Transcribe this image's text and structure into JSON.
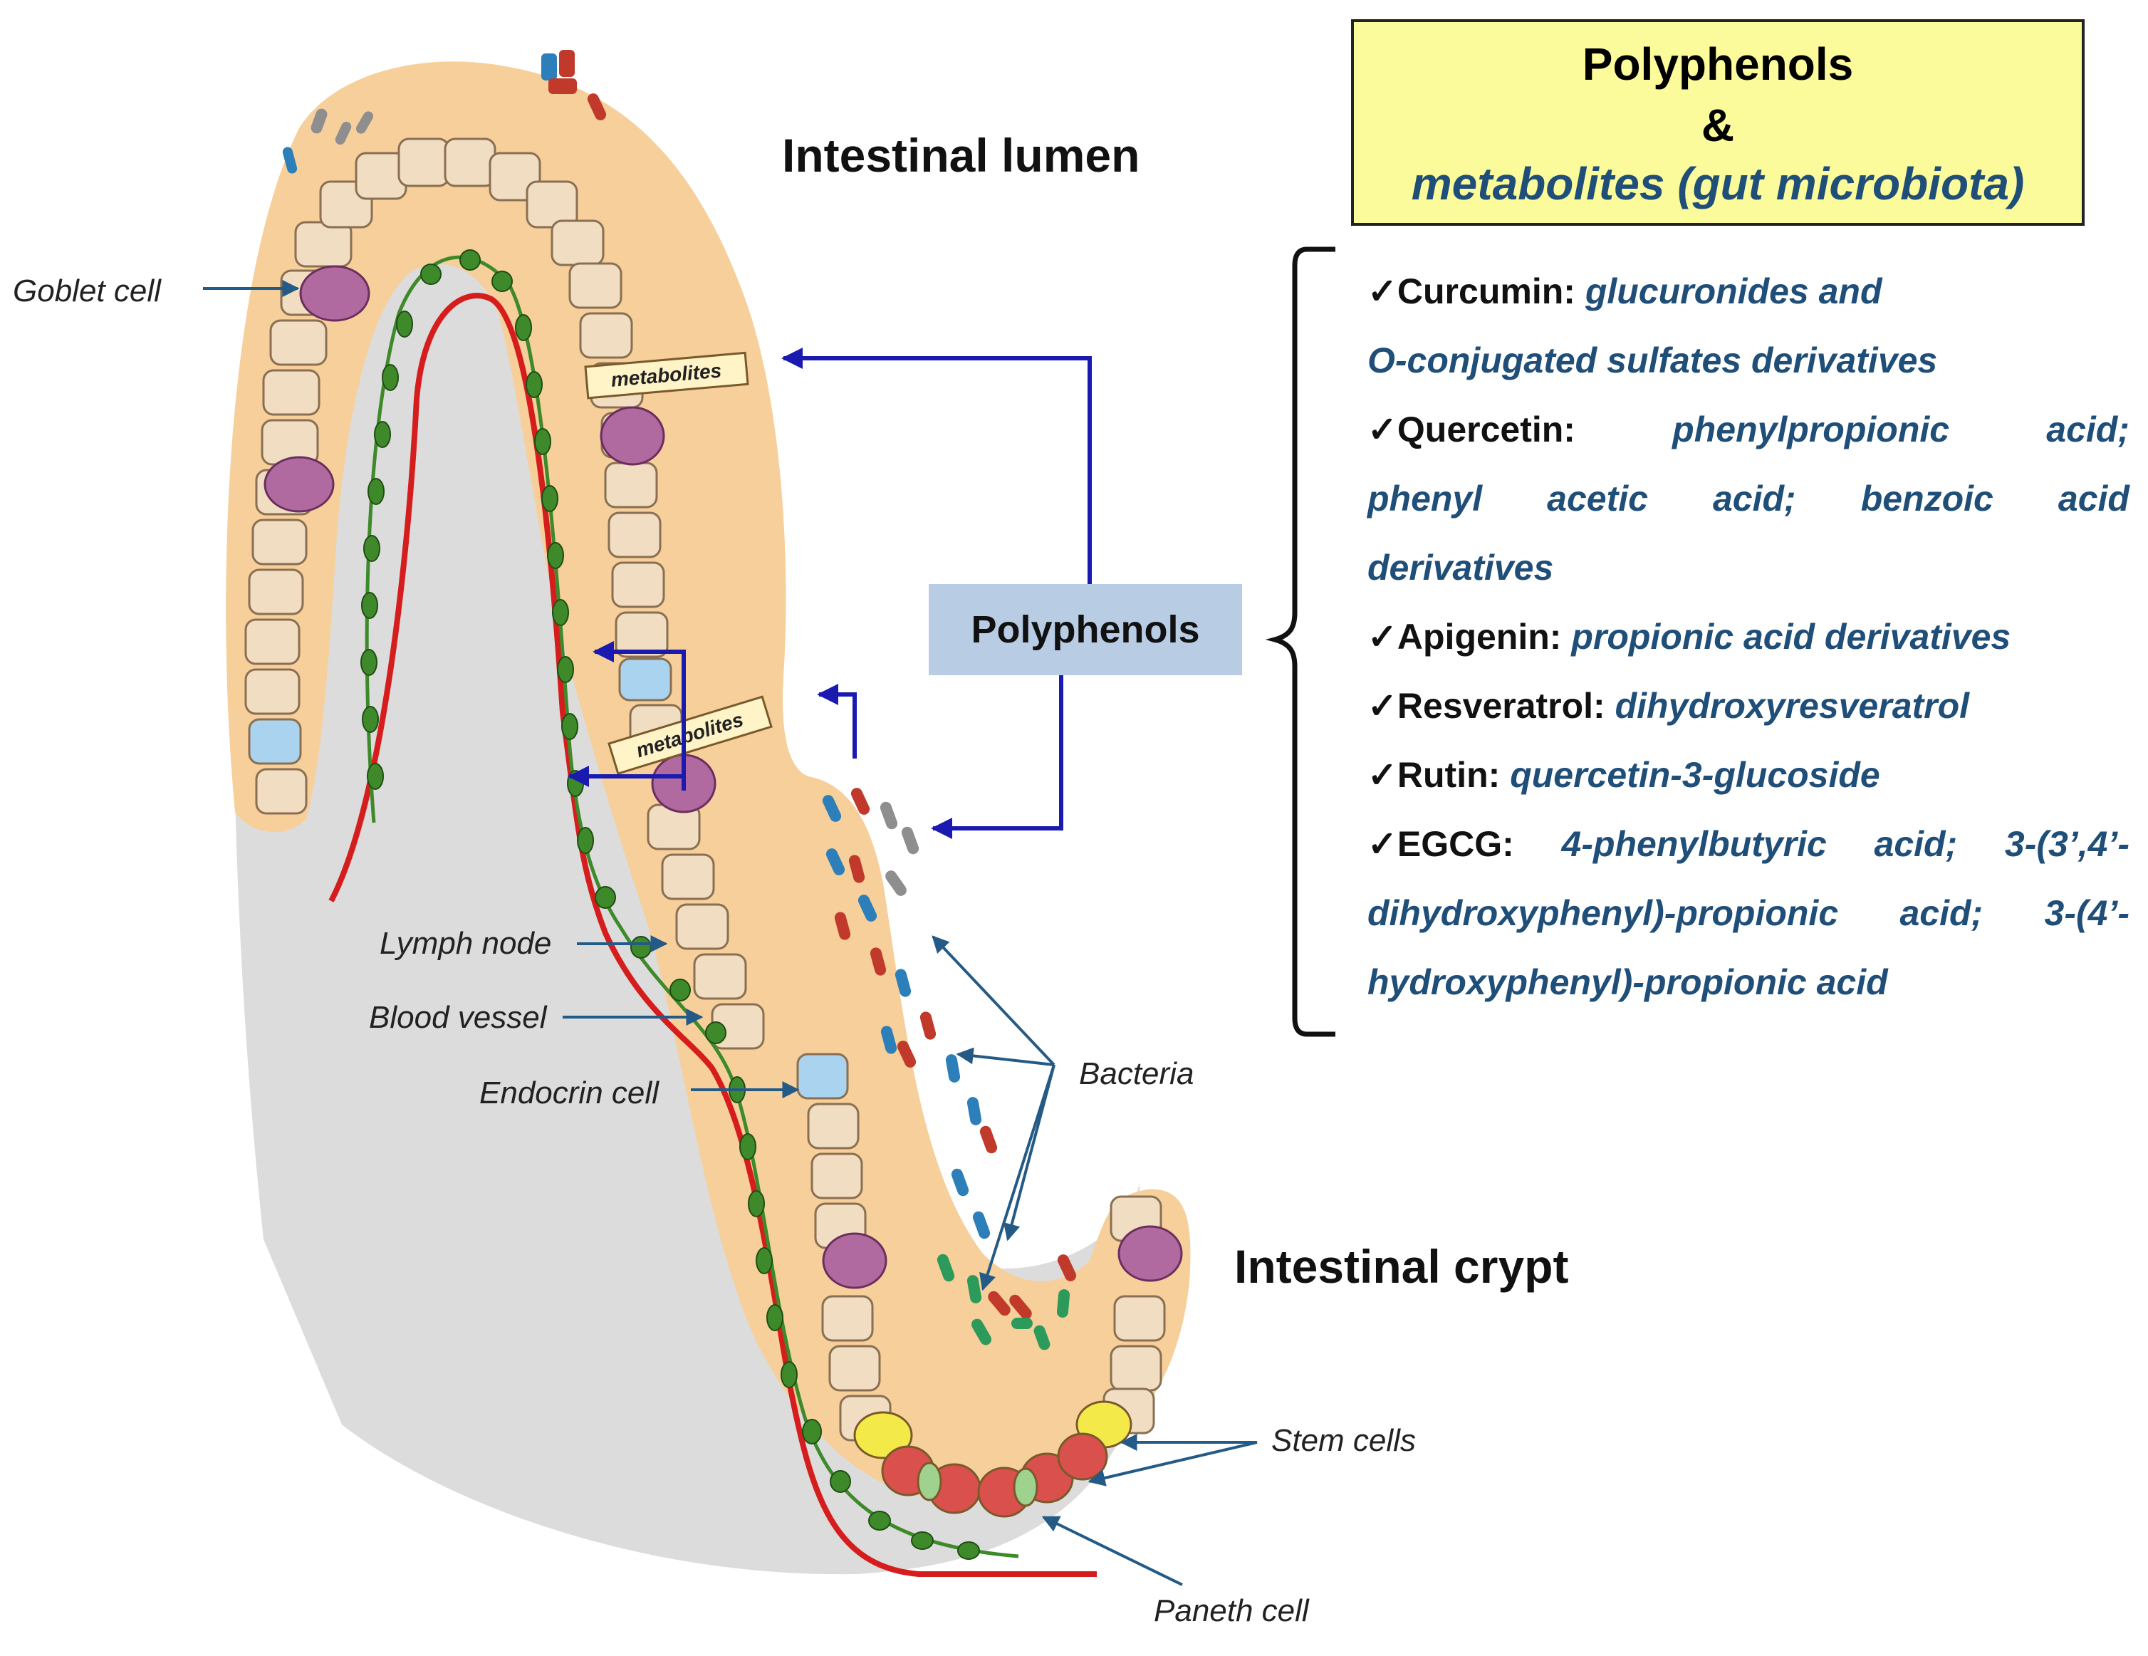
{
  "title_box": {
    "line1": "Polyphenols",
    "line2": "&",
    "line3": "metabolites (gut microbiota)"
  },
  "polyphenol_list": [
    {
      "name": "Curcumin:",
      "metab": "glucuronides and"
    },
    {
      "cont": "O-conjugated sulfates derivatives"
    },
    {
      "name": "Quercetin:",
      "metab_words": [
        "phenylpropionic",
        "acid;"
      ]
    },
    {
      "cont_words": [
        "phenyl",
        "acetic",
        "acid;",
        "benzoic",
        "acid"
      ]
    },
    {
      "cont": "derivatives"
    },
    {
      "name": "Apigenin:",
      "metab": "propionic acid derivatives"
    },
    {
      "name": "Resveratrol:",
      "metab": "dihydroxyresveratrol"
    },
    {
      "name": "Rutin:",
      "metab": "quercetin-3-glucoside"
    },
    {
      "name": "EGCG:",
      "metab_words": [
        "4-phenylbutyric",
        "acid;",
        "3-(3’,4’-"
      ]
    },
    {
      "cont_words": [
        "dihydroxyphenyl)-propionic",
        "acid;",
        "3-(4’-"
      ]
    },
    {
      "cont": "hydroxyphenyl)-propionic acid"
    }
  ],
  "check_mark": "✓",
  "labels": {
    "intestinal_lumen": "Intestinal lumen",
    "intestinal_crypt": "Intestinal crypt",
    "polyphenols": "Polyphenols",
    "metabolites_top": "metabolites",
    "metabolites_bottom": "metabolites",
    "goblet_cell": "Goblet cell",
    "lymph_node": "Lymph node",
    "blood_vessel": "Blood vessel",
    "endocrin_cell": "Endocrin cell",
    "bacteria": "Bacteria",
    "stem_cells": "Stem cells",
    "paneth_cell": "Paneth cell"
  },
  "colors": {
    "mucus": "#f7cf9a",
    "tissue": "#dcdcdc",
    "enterocyte": "#f0ddc2",
    "goblet": "#b06aa0",
    "endocrine": "#a9d3ee",
    "stem": "#f3ea4a",
    "paneth": "#d9504d",
    "blood_vessel": "#d61d1d",
    "lymph": "#3e8a2a",
    "arrow_blue": "#1a1ab0",
    "label_arrow": "#235a86",
    "title_bg": "#fbfb9b",
    "poly_box": "#b8cce4",
    "metab_text": "#1f4e79"
  }
}
